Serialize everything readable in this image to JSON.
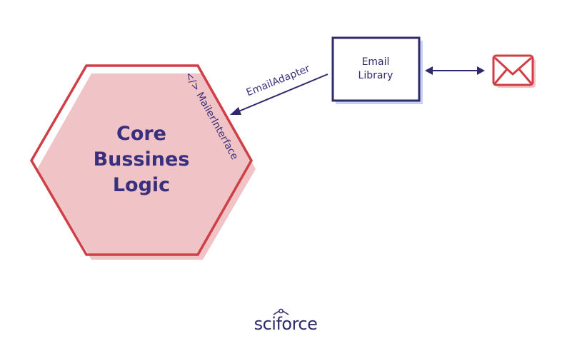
{
  "core": {
    "line1": "Core",
    "line2": "Bussines",
    "line3": "Logic"
  },
  "interface_label": "</> MailerInterface",
  "adapter_label": "EmailAdapter",
  "library": {
    "line1": "Email",
    "line2": "Library"
  },
  "brand": "sciforce",
  "icons": {
    "envelope": "envelope-icon"
  },
  "colors": {
    "hex_fill": "#f0c4c6",
    "hex_stroke": "#cf3f45",
    "navy": "#2f2a6b",
    "library_shadow": "#c8d1f2"
  }
}
